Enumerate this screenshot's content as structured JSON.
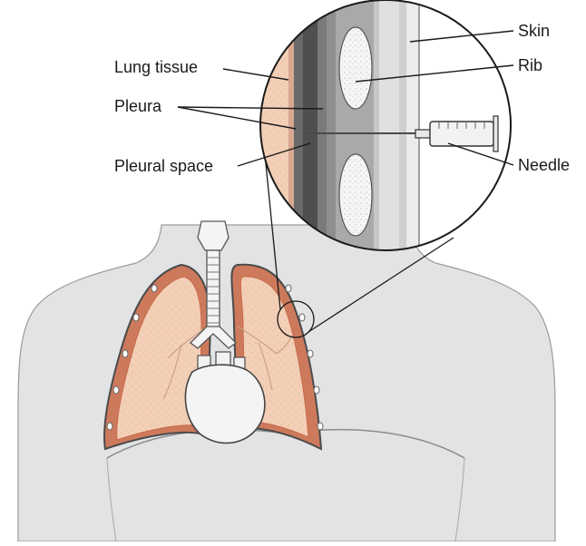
{
  "labels": {
    "lung_tissue": "Lung tissue",
    "pleura": "Pleura",
    "pleural_space": "Pleural space",
    "skin": "Skin",
    "rib": "Rib",
    "needle": "Needle"
  },
  "colors": {
    "body_fill": "#e2e3e4",
    "body_outline": "#9a9a9a",
    "lung_fill": "#f2cfb6",
    "lung_edge": "#c9694a",
    "pleura_dark": "#5a5a5a",
    "rib_fill": "#ebeced",
    "heart_fill": "#f4f4f4",
    "leader_line": "#1a1a1a"
  }
}
